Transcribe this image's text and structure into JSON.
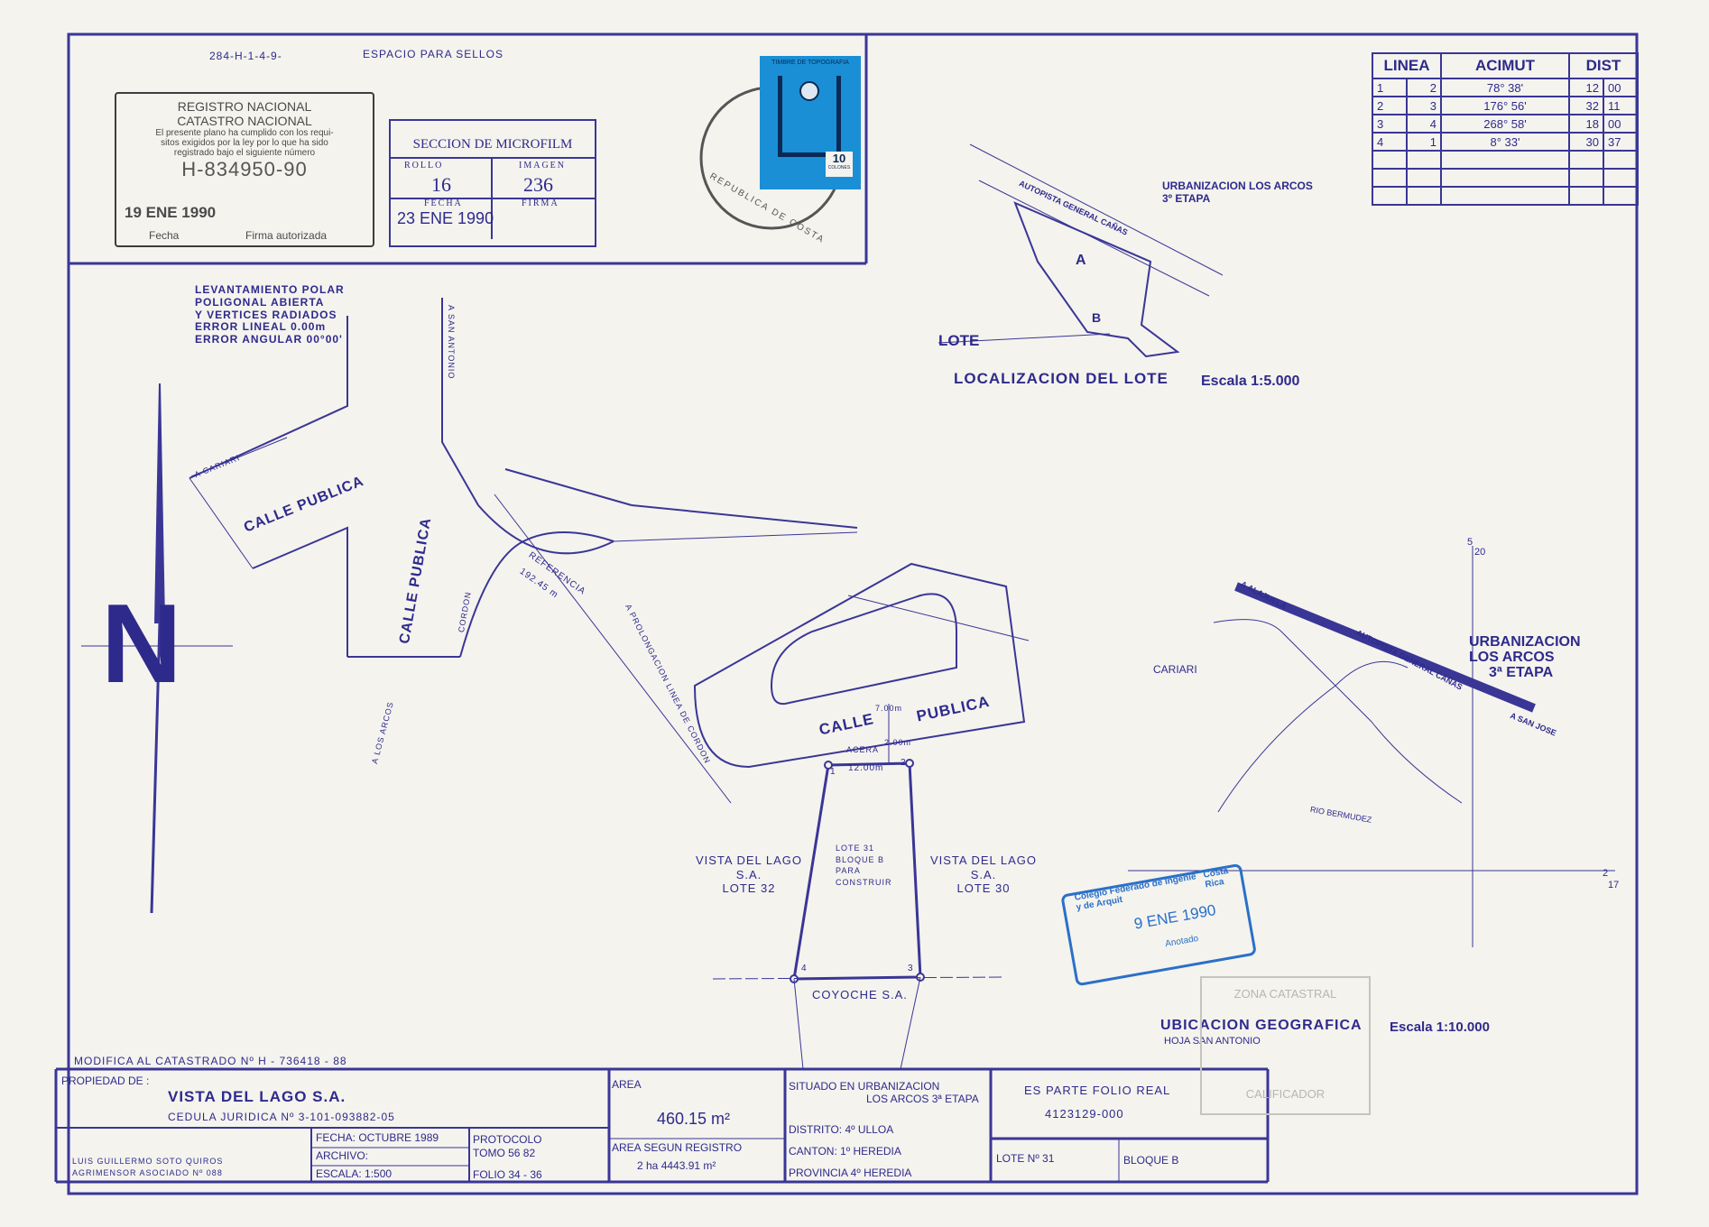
{
  "header": {
    "plan_code": "284-H-1-4-9-",
    "stamp_space": "ESPACIO     PARA     SELLOS"
  },
  "registro": {
    "line1": "REGISTRO NACIONAL",
    "line2": "CATASTRO NACIONAL",
    "text1": "El presente plano ha cumplido con los requi-",
    "text2": "sitos exigidos por la ley por lo que ha sido",
    "text3": "registrado bajo el siguiente número",
    "number": "H-834950-90",
    "date": "19 ENE 1990",
    "label_fecha": "Fecha",
    "label_firma": "Firma autorizada"
  },
  "microfilm": {
    "title": "SECCION DE MICROFILM",
    "rollo_label": "ROLLO",
    "imagen_label": "IMAGEN",
    "rollo": "16",
    "imagen": "236",
    "fecha_label": "FECHA",
    "firma_label": "FIRMA",
    "date": "23 ENE 1990"
  },
  "stamp": {
    "top": "TIMBRE DE TOPOGRAFIA",
    "value": "10",
    "unit": "COLONES"
  },
  "postmark": "REPUBLICA DE COSTA",
  "azimuth_table": {
    "headers": [
      "LINEA",
      "ACIMUT",
      "DIST"
    ],
    "rows": [
      {
        "a": "1",
        "b": "2",
        "acimut": "78° 38'",
        "d1": "12",
        "d2": "00"
      },
      {
        "a": "2",
        "b": "3",
        "acimut": "176° 56'",
        "d1": "32",
        "d2": "11"
      },
      {
        "a": "3",
        "b": "4",
        "acimut": "268° 58'",
        "d1": "18",
        "d2": "00"
      },
      {
        "a": "4",
        "b": "1",
        "acimut": "8° 33'",
        "d1": "30",
        "d2": "37"
      }
    ]
  },
  "survey": {
    "line1": "LEVANTAMIENTO   POLAR",
    "line2": "POLIGONAL  ABIERTA",
    "line3": "Y  VERTICES  RADIADOS",
    "line4": "ERROR  LINEAL  0.00m",
    "line5": "ERROR  ANGULAR  00°00'"
  },
  "location_map": {
    "urb": "URBANIZACION  LOS  ARCOS",
    "etapa": "3º  ETAPA",
    "autopista": "AUTOPISTA  GENERAL  CAÑAS",
    "block_a": "A",
    "block_b": "B",
    "lote": "LOTE",
    "caption": "LOCALIZACION  DEL  LOTE",
    "scale": "Escala 1:5.000"
  },
  "plan": {
    "a_san_antonio": "A  SAN  ANTONIO",
    "a_cariari": "A  CARIARI",
    "calle_publica_1": "CALLE  PUBLICA",
    "calle_publica_2": "CALLE  PUBLICA",
    "calle_publica_3": "CALLE",
    "calle_publica_4": "PUBLICA",
    "a_los_arcos": "A  LOS  ARCOS",
    "cordon": "CORDON",
    "referencia": "REFERENCIA",
    "ref_dist": "192.45 m",
    "prolongacion": "A   PROLONGACION   LINEA   DE   CORDON",
    "street_width": "7.00m",
    "acera": "ACERA",
    "acera_w": "2.00m",
    "front": "12.00m",
    "p1": "1",
    "p2": "2",
    "p3": "3",
    "p4": "4",
    "lote31_1": "LOTE  31",
    "lote31_2": "BLOQUE  B",
    "lote31_3": "PARA",
    "lote31_4": "CONSTRUIR",
    "vl_left_1": "VISTA  DEL  LAGO",
    "vl_left_2": "S.A.",
    "vl_left_3": "LOTE  32",
    "vl_right_1": "VISTA  DEL  LAGO",
    "vl_right_2": "S.A.",
    "vl_right_3": "LOTE  30",
    "coyoche": "COYOCHE  S.A.",
    "north": "N"
  },
  "geo_map": {
    "coord_top": "5",
    "coord_top2": "20",
    "coord_right": "2",
    "coord_right2": "17",
    "a_alajuela": "A  ALAJUELA",
    "autopista": "AUTOPISTA  GENERAL  CAÑAS",
    "cariari": "CARIARI",
    "urb1": "URBANIZACION",
    "urb2": "LOS  ARCOS",
    "urb3": "3ª  ETAPA",
    "a_san_jose": "A  SAN JOSE",
    "rio": "RIO  BERMUDEZ",
    "caption": "UBICACION  GEOGRAFICA",
    "scale": "Escala 1:10.000",
    "hoja": "HOJA  SAN  ANTONIO"
  },
  "colegio": {
    "line1": "Colegio  Federado  de  Ingenie",
    "line2": "y  de  Arquit",
    "line3": "Costa Rica",
    "date": "9 ENE 1990",
    "anotado": "Anotado"
  },
  "zona": {
    "line1": "ZONA  CATASTRAL",
    "line2": "CALIFICADOR"
  },
  "modifica": "MODIFICA  AL  CATASTRADO  Nº  H - 736418 - 88",
  "title_block": {
    "propiedad_label": "PROPIEDAD DE :",
    "propiedad": "VISTA  DEL  LAGO  S.A.",
    "cedula": "CEDULA  JURIDICA  Nº 3-101-093882-05",
    "agrimensor_1": "LUIS  GUILLERMO  SOTO  QUIROS",
    "agrimensor_2": "AGRIMENSOR  ASOCIADO  Nº 088",
    "fecha": "FECHA: OCTUBRE  1989",
    "archivo": "ARCHIVO:",
    "escala": "ESCALA:  1:500",
    "protocolo": "PROTOCOLO",
    "tomo": "TOMO  56 82",
    "folio": "FOLIO   34 - 36",
    "area_label": "AREA",
    "area": "460.15 m²",
    "area_reg_label": "AREA  SEGUN  REGISTRO",
    "area_reg": "2 ha 4443.91 m²",
    "situado_1": "SITUADO  EN  URBANIZACION",
    "situado_2": "LOS  ARCOS  3ª ETAPA",
    "distrito": "DISTRITO:  4º  ULLOA",
    "canton": "CANTON:  1º  HEREDIA",
    "provincia": "PROVINCIA  4º  HEREDIA",
    "folio_real_label": "ES  PARTE  FOLIO  REAL",
    "folio_real": "4123129-000",
    "lote": "LOTE  Nº 31",
    "bloque": "BLOQUE  B"
  },
  "colors": {
    "ink": "#2e2a8c",
    "paper": "#f4f3ee",
    "stamp_blue": "#1a8fd6"
  }
}
